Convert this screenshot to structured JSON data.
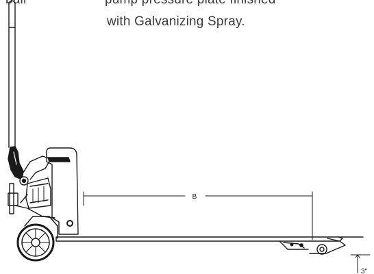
{
  "caption": {
    "ball": "ball",
    "line1": "pump pressure plate finished",
    "line2": "with Galvanizing Spray."
  },
  "dimensions": {
    "b_label": "B",
    "height_label": "3\""
  }
}
